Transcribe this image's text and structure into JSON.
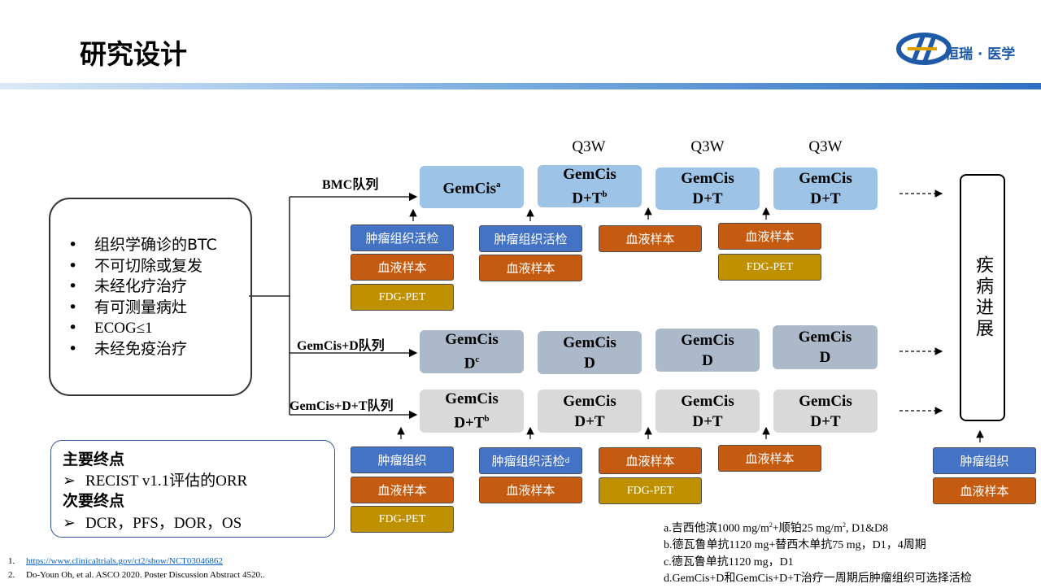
{
  "header": {
    "title": "研究设计",
    "logo_text": "恒瑞 · 医学"
  },
  "q_labels": [
    "Q3W",
    "Q3W",
    "Q3W"
  ],
  "cohorts": {
    "bmc": "BMC队列",
    "gd": "GemCis+D队列",
    "gdt": "GemCis+D+T队列"
  },
  "criteria": [
    "组织学确诊的BTC",
    "不可切除或复发",
    "未经化疗治疗",
    "有可测量病灶",
    "ECOG≤1",
    "未经免疫治疗"
  ],
  "bullet": "•",
  "row1": [
    {
      "l1": "GemCis",
      "sup": "a",
      "l2": ""
    },
    {
      "l1": "GemCis",
      "l2": "D+T",
      "sup": "b"
    },
    {
      "l1": "GemCis",
      "l2": "D+T",
      "sup": ""
    },
    {
      "l1": "GemCis",
      "l2": "D+T",
      "sup": ""
    }
  ],
  "row2": [
    {
      "l1": "GemCis",
      "l2": "D",
      "sup": "c"
    },
    {
      "l1": "GemCis",
      "l2": "D",
      "sup": ""
    },
    {
      "l1": "GemCis",
      "l2": "D",
      "sup": ""
    },
    {
      "l1": "GemCis",
      "l2": "D",
      "sup": ""
    }
  ],
  "row3": [
    {
      "l1": "GemCis",
      "l2": "D+T",
      "sup": "b"
    },
    {
      "l1": "GemCis",
      "l2": "D+T",
      "sup": ""
    },
    {
      "l1": "GemCis",
      "l2": "D+T",
      "sup": ""
    },
    {
      "l1": "GemCis",
      "l2": "D+T",
      "sup": ""
    }
  ],
  "samples": {
    "tumor_biopsy": "肿瘤组织活检",
    "tumor_biopsy_sup": "d",
    "blood": "血液样本",
    "fdg_pet": "FDG-PET",
    "tumor": "肿瘤组织"
  },
  "progression": "疾病进展",
  "endpoints": {
    "primary_title": "主要终点",
    "primary_item": "RECIST v1.1评估的ORR",
    "secondary_title": "次要终点",
    "secondary_item": "DCR，PFS，DOR，OS",
    "marker": "➢"
  },
  "footnotes": [
    {
      "num": "1.",
      "text": "https://www.clinicaltrials.gov/ct2/show/NCT03046862"
    },
    {
      "num": "2.",
      "text": "Do-Youn Oh, et al. ASCO 2020. Poster Discussion Abstract 4520.."
    }
  ],
  "notes": {
    "a_pre": "a.吉西他滨1000 mg/m",
    "a_sup1": "2",
    "a_mid": "+顺铂25 mg/m",
    "a_sup2": "2",
    "a_post": ", D1&D8",
    "b": "b.德瓦鲁单抗1120 mg+替西木单抗75 mg，D1，4周期",
    "c": "c.德瓦鲁单抗1120 mg，D1",
    "d": "d.GemCis+D和GemCis+D+T治疗一周期后肿瘤组织可选择活检"
  }
}
